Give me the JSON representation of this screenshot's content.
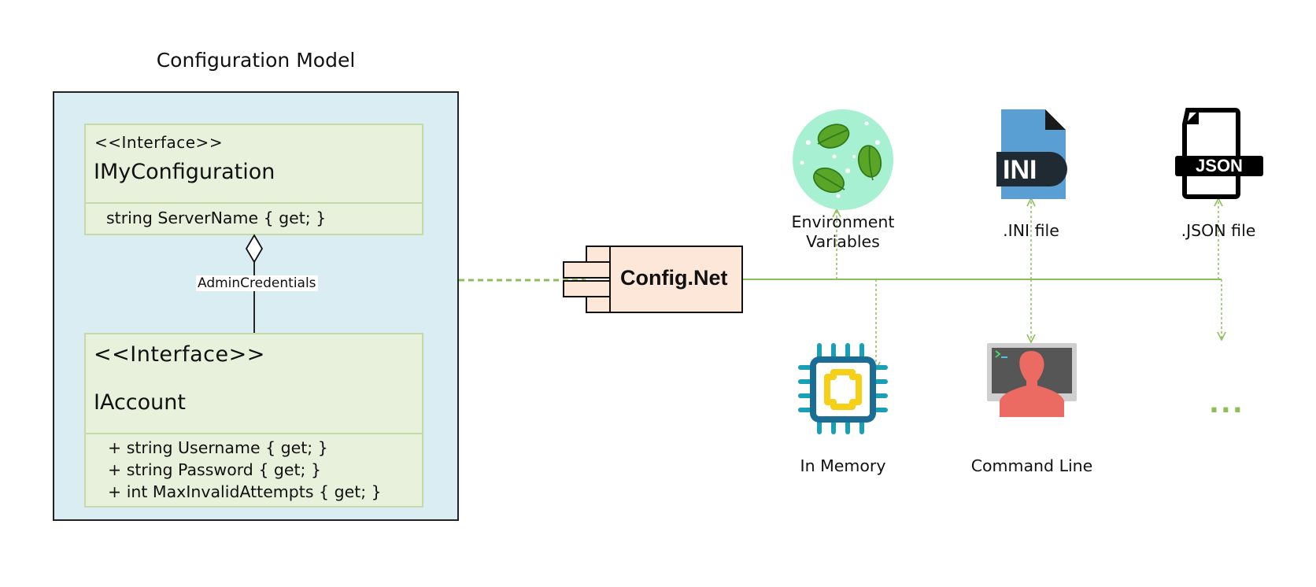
{
  "model": {
    "title": "Configuration Model",
    "my_configuration": {
      "stereotype": "<<Interface>>",
      "name": "IMyConfiguration",
      "members": [
        "string ServerName { get; }"
      ]
    },
    "association": {
      "label": "AdminCredentials"
    },
    "account": {
      "stereotype": "<<Interface>>",
      "name": "IAccount",
      "members": [
        "+ string Username { get; }",
        "+ string Password { get; }",
        "+ int MaxInvalidAttempts { get; }"
      ]
    }
  },
  "component": {
    "label": "Config.Net"
  },
  "sources": {
    "env": {
      "label_line1": "Environment",
      "label_line2": "Variables",
      "icon": "leaves-icon"
    },
    "ini": {
      "label": ".INI file",
      "badge": "INI",
      "icon": "ini-file-icon"
    },
    "json": {
      "label": ".JSON file",
      "badge": "JSON",
      "icon": "json-file-icon"
    },
    "memory": {
      "label": "In Memory",
      "icon": "chip-icon"
    },
    "cmd": {
      "label": "Command Line",
      "icon": "terminal-user-icon"
    },
    "more": {
      "label": "..."
    }
  },
  "colors": {
    "model_bg": "#daedf3",
    "interface_bg": "#e8f1dc",
    "interface_border": "#c5dba7",
    "component_bg": "#fde7d9",
    "connector": "#8cbf58"
  }
}
